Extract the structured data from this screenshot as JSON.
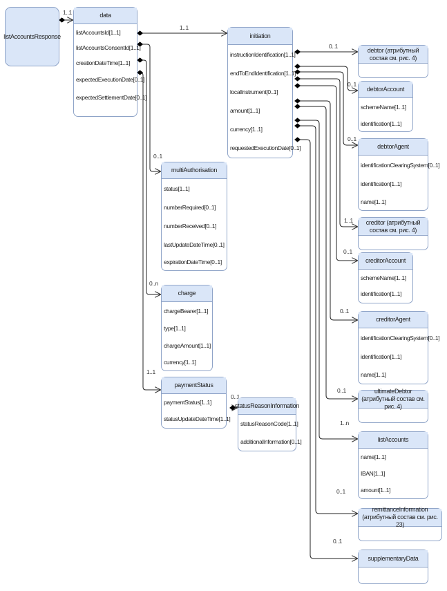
{
  "root": {
    "title": "listAccountsResponse"
  },
  "classes": {
    "data": {
      "title": "data",
      "fields": [
        "listAccountsId[1..1]",
        "listAccountsConsentId[1..1]",
        "creationDateTime[1..1]",
        "expectedExecutionDate[0..1]",
        "expectedSettlementDate[0..1]"
      ]
    },
    "initiation": {
      "title": "initiation",
      "fields": [
        "instructionIdentification[1..1]",
        "endToEndIdentification[1..1]",
        "localInstrument[0..1]",
        "amount[1..1]",
        "currency[1..1]",
        "requestedExecutionDate[0..1]"
      ]
    },
    "multiAuthorisation": {
      "title": "multiAuthorisation",
      "fields": [
        "status[1..1]",
        "numberRequired[0..1]",
        "numberReceived[0..1]",
        "lastUpdateDateTime[0..1]",
        "expirationDateTime[0..1]"
      ]
    },
    "charge": {
      "title": "charge",
      "fields": [
        "chargeBearer[1..1]",
        "type[1..1]",
        "chargeAmount[1..1]",
        "currency[1..1]"
      ]
    },
    "paymentStatus": {
      "title": "paymentStatus",
      "fields": [
        "paymentStatus[1..1]",
        "statusUpdateDateTime[1..1]"
      ]
    },
    "statusReasonInformation": {
      "title": "statusReasonInformation",
      "fields": [
        "statusReasonCode[1..1]",
        "additionalInformation[0..1]"
      ]
    },
    "debtor": {
      "title": "debtor (атрибутный состав см. рис. 4)",
      "fields": []
    },
    "debtorAccount": {
      "title": "debtorAccount",
      "fields": [
        "schemeName[1..1]",
        "identification[1..1]"
      ]
    },
    "debtorAgent": {
      "title": "debtorAgent",
      "fields": [
        "identificationClearingSystem[0..1]",
        "identification[1..1]",
        "name[1..1]"
      ]
    },
    "creditor": {
      "title": "creditor (атрибутный состав см. рис. 4)",
      "fields": []
    },
    "creditorAccount": {
      "title": "creditorAccount",
      "fields": [
        "schemeName[1..1]",
        "identification[1..1]"
      ]
    },
    "creditorAgent": {
      "title": "creditorAgent",
      "fields": [
        "identificationClearingSystem[0..1]",
        "identification[1..1]",
        "name[1..1]"
      ]
    },
    "ultimateDebtor": {
      "title": "ultimateDebtor (атрибутный состав см. рис. 4)",
      "fields": []
    },
    "listAccounts": {
      "title": "listAccounts",
      "fields": [
        "name[1..1]",
        "IBAN[1..1]",
        "amount[1..1]"
      ]
    },
    "remittanceInformation": {
      "title": "remittanceInformation (атрибутный состав см. рис. 23)",
      "fields": []
    },
    "supplementaryData": {
      "title": "supplementaryData",
      "fields": []
    }
  },
  "multiplicities": {
    "root_data": "1..1",
    "data_initiation": "1..1",
    "data_multiAuthorisation": "0..1",
    "data_charge": "0..n",
    "data_paymentStatus": "1..1",
    "paymentStatus_statusReasonInformation": "0..1",
    "initiation_debtor": "0..1",
    "initiation_debtorAccount": "0..1",
    "initiation_debtorAgent": "0..1",
    "initiation_creditor": "1..1",
    "initiation_creditorAccount": "0..1",
    "initiation_creditorAgent": "0..1",
    "initiation_ultimateDebtor": "0..1",
    "initiation_listAccounts": "1..n",
    "initiation_remittanceInformation": "0..1",
    "initiation_supplementaryData": "0..1"
  }
}
